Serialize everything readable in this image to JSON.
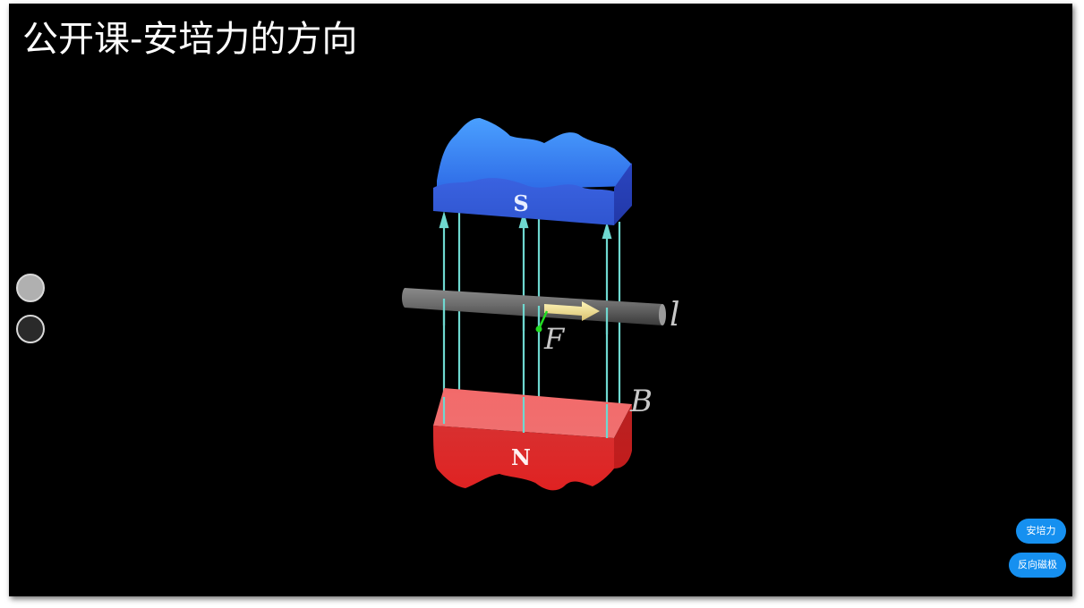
{
  "title": "公开课-安培力的方向",
  "scene": {
    "magnet_top_label": "S",
    "magnet_bottom_label": "N",
    "wire_label": "l",
    "force_label": "F",
    "field_label": "B"
  },
  "controls": {
    "ampere_force_button": "安培力",
    "reverse_poles_button": "反向磁极"
  },
  "colors": {
    "background": "#000000",
    "south_pole": "#2f58d8",
    "north_pole": "#e02a2a",
    "field_lines": "#6fd8d0",
    "wire": "#6a6a6a",
    "current_arrow": "#f0e08a",
    "force_vector": "#22dd22",
    "button": "#1690f0"
  },
  "icons": {
    "view_toggle_light": "circle-light-icon",
    "view_toggle_dark": "circle-dark-icon"
  }
}
